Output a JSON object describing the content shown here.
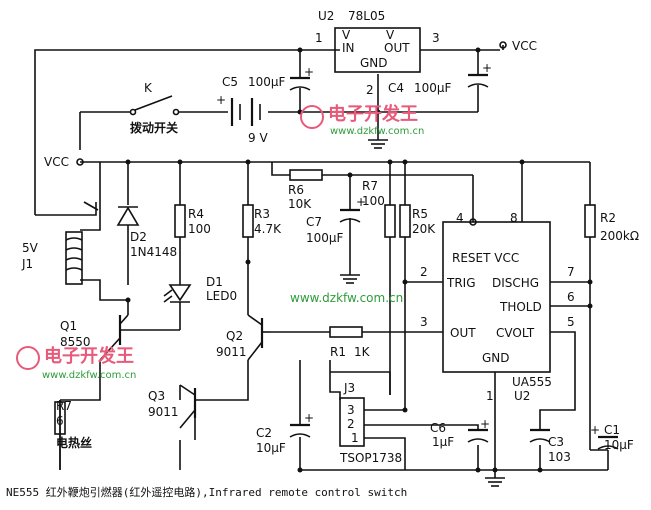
{
  "regulator": {
    "ref": "U2",
    "part": "78L05",
    "pin_v_in_top": "V",
    "pin_in": "IN",
    "pin_v_out_top": "V",
    "pin_out": "OUT",
    "pin_gnd": "GND",
    "pin1": "1",
    "pin2": "2",
    "pin3": "3"
  },
  "vcc_labels": {
    "top_right": "VCC",
    "left": "VCC"
  },
  "switch": {
    "ref": "K",
    "label": "拨动开关"
  },
  "battery": {
    "voltage": "9 V"
  },
  "c5": {
    "ref": "C5",
    "value": "100µF"
  },
  "c4": {
    "ref": "C4",
    "value": "100µF"
  },
  "r6": {
    "ref": "R6",
    "value": "10K"
  },
  "r7_top": {
    "ref": "R7",
    "value": "100"
  },
  "c7": {
    "ref": "C7",
    "value": "100µF"
  },
  "r5": {
    "ref": "R5",
    "value": "20K"
  },
  "r2": {
    "ref": "R2",
    "value": "200kΩ"
  },
  "r4": {
    "ref": "R4",
    "value": "100"
  },
  "r3": {
    "ref": "R3",
    "value": "4.7K"
  },
  "d2": {
    "ref": "D2",
    "part": "1N4148"
  },
  "relay": {
    "voltage": "5V",
    "ref": "J1"
  },
  "d1": {
    "ref": "D1",
    "part": "LED0"
  },
  "q1": {
    "ref": "Q1",
    "part": "8550"
  },
  "q2": {
    "ref": "Q2",
    "part": "9011"
  },
  "q3": {
    "ref": "Q3",
    "part": "9011"
  },
  "r1": {
    "ref": "R1",
    "value": "1K"
  },
  "r7_heater": {
    "ref": "R7",
    "value": "6",
    "label": "电热丝"
  },
  "c2": {
    "ref": "C2",
    "value": "10µF"
  },
  "j3": {
    "ref": "J3",
    "part": "TSOP1738",
    "pin1": "1",
    "pin2": "2",
    "pin3": "3"
  },
  "c6": {
    "ref": "C6",
    "value": "1µF"
  },
  "c3": {
    "ref": "C3",
    "value": "103"
  },
  "c1": {
    "ref": "C1",
    "value": "10µF"
  },
  "ne555": {
    "reset_vcc": "RESET VCC",
    "trig": "TRIG",
    "dischg": "DISCHG",
    "thold": "THOLD",
    "out": "OUT",
    "cvolt": "CVOLT",
    "gnd": "GND",
    "part": "UA555",
    "ref": "U2",
    "pin4": "4",
    "pin8": "8",
    "pin2": "2",
    "pin7": "7",
    "pin6": "6",
    "pin3": "3",
    "pin5": "5",
    "pin1": "1"
  },
  "watermarks": {
    "url_center": "www.dzkfw.com.cn",
    "url_top_right": "www.dzkfw.com.cn",
    "url_left": "www.dzkfw.com.cn",
    "brand_top_right": "电子开发王",
    "brand_left": "电子开发王"
  },
  "caption": "NE555 红外鞭炮引燃器(红外遥控电路),Infrared remote control switch",
  "colors": {
    "wire": "#111111",
    "watermark_url": "#2e9c3a",
    "watermark_brand": "#e85a7a",
    "background": "#ffffff"
  }
}
